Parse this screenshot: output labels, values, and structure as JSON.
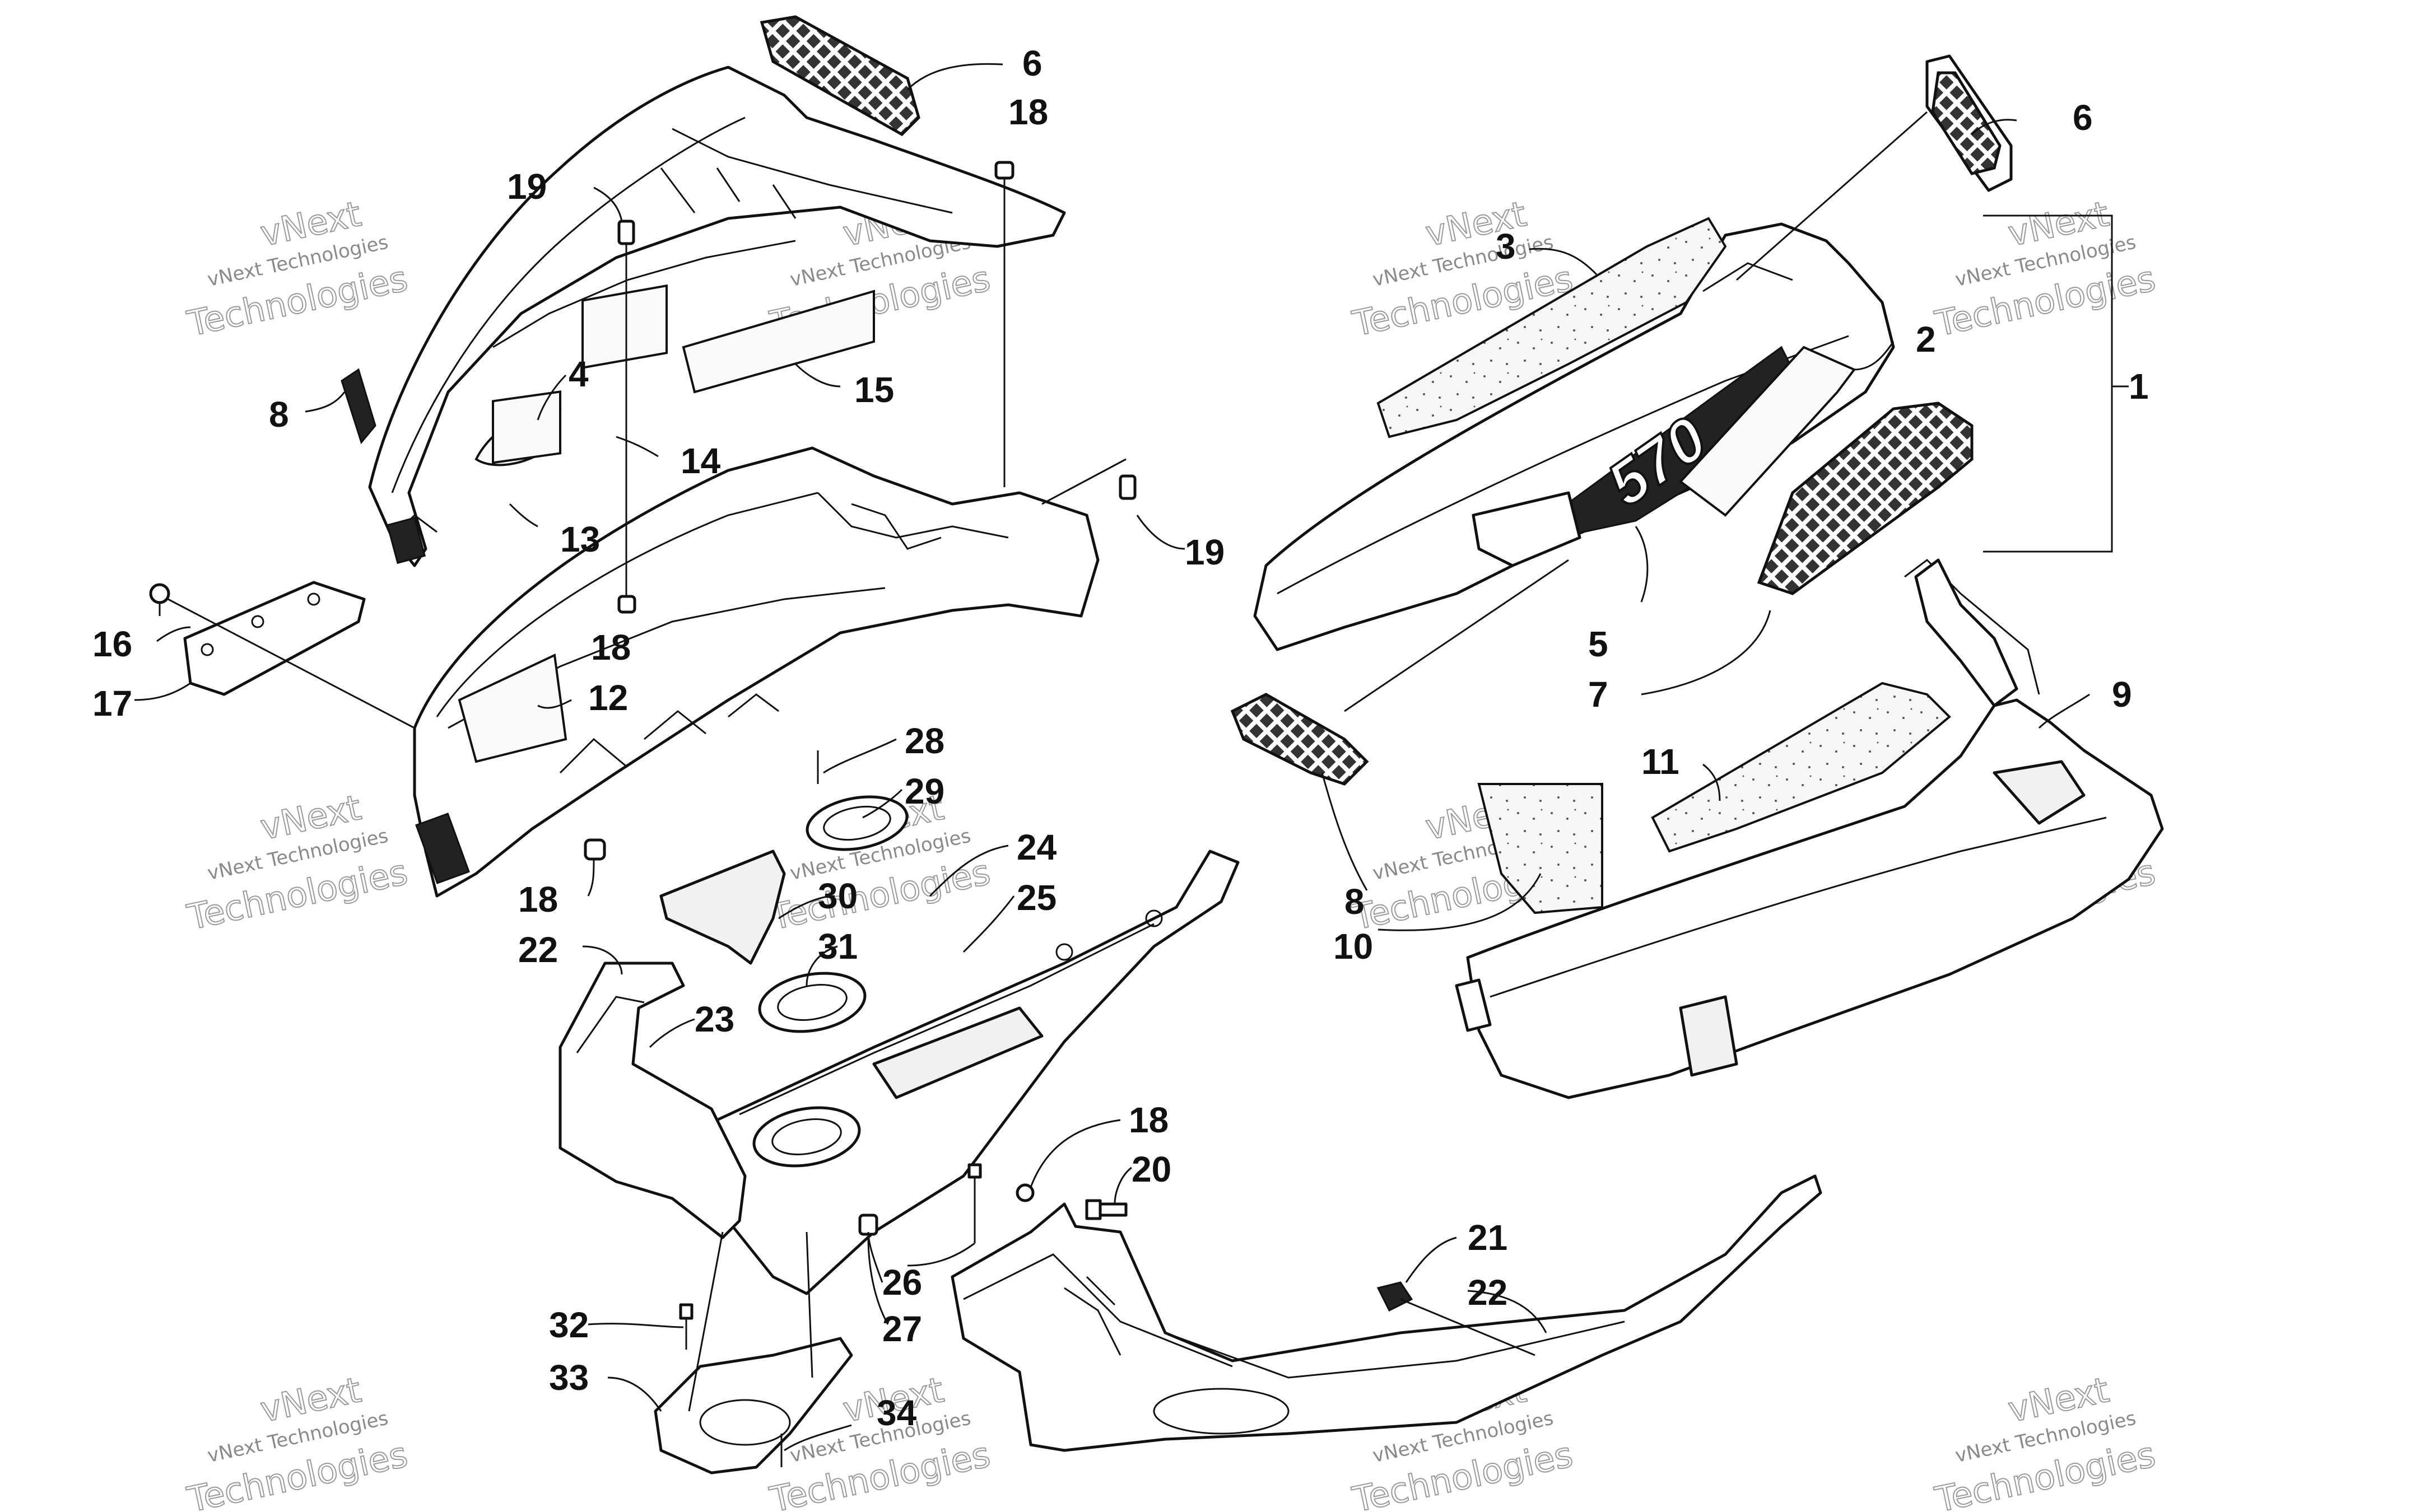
{
  "diagram": {
    "badge_text": "570",
    "watermark": {
      "line1": "vNext Technologies",
      "line2a": "vNext",
      "line2b": "Technologies"
    },
    "callouts": [
      "1",
      "2",
      "3",
      "4",
      "5",
      "6",
      "7",
      "8",
      "9",
      "10",
      "11",
      "12",
      "13",
      "14",
      "15",
      "16",
      "17",
      "18",
      "19",
      "20",
      "21",
      "22",
      "23",
      "24",
      "25",
      "26",
      "27",
      "28",
      "29",
      "30",
      "31",
      "32",
      "33",
      "34"
    ]
  }
}
